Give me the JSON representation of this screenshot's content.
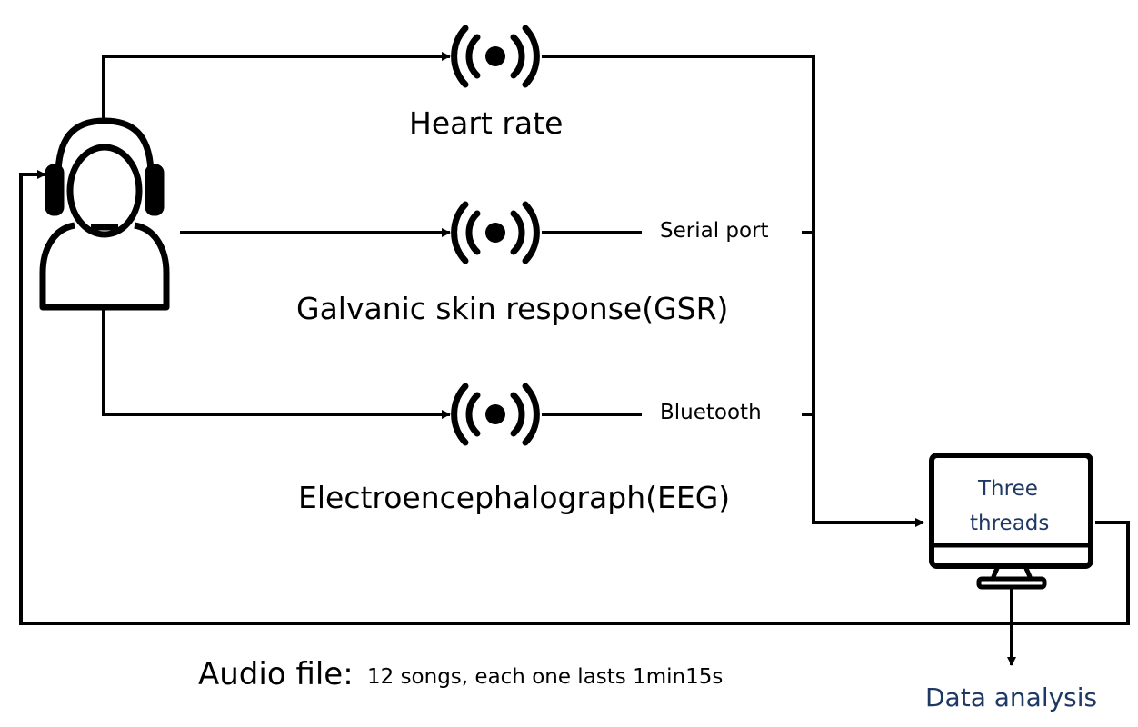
{
  "sensors": {
    "heart_rate": "Heart rate",
    "gsr": "Galvanic skin response(GSR)",
    "eeg": "Electroencephalograph(EEG)"
  },
  "connections": {
    "serial": "Serial port",
    "bluetooth": "Bluetooth"
  },
  "computer": {
    "line1": "Three",
    "line2": "threads"
  },
  "output": {
    "analysis": "Data analysis"
  },
  "audio": {
    "title": "Audio file:",
    "details": "12 songs, each one lasts 1min15s"
  },
  "colors": {
    "stroke": "#000000",
    "accent_text": "#1f3864"
  },
  "icons": {
    "user": "user-headset-icon",
    "sensor": "wireless-sensor-icon",
    "computer": "desktop-monitor-icon"
  }
}
